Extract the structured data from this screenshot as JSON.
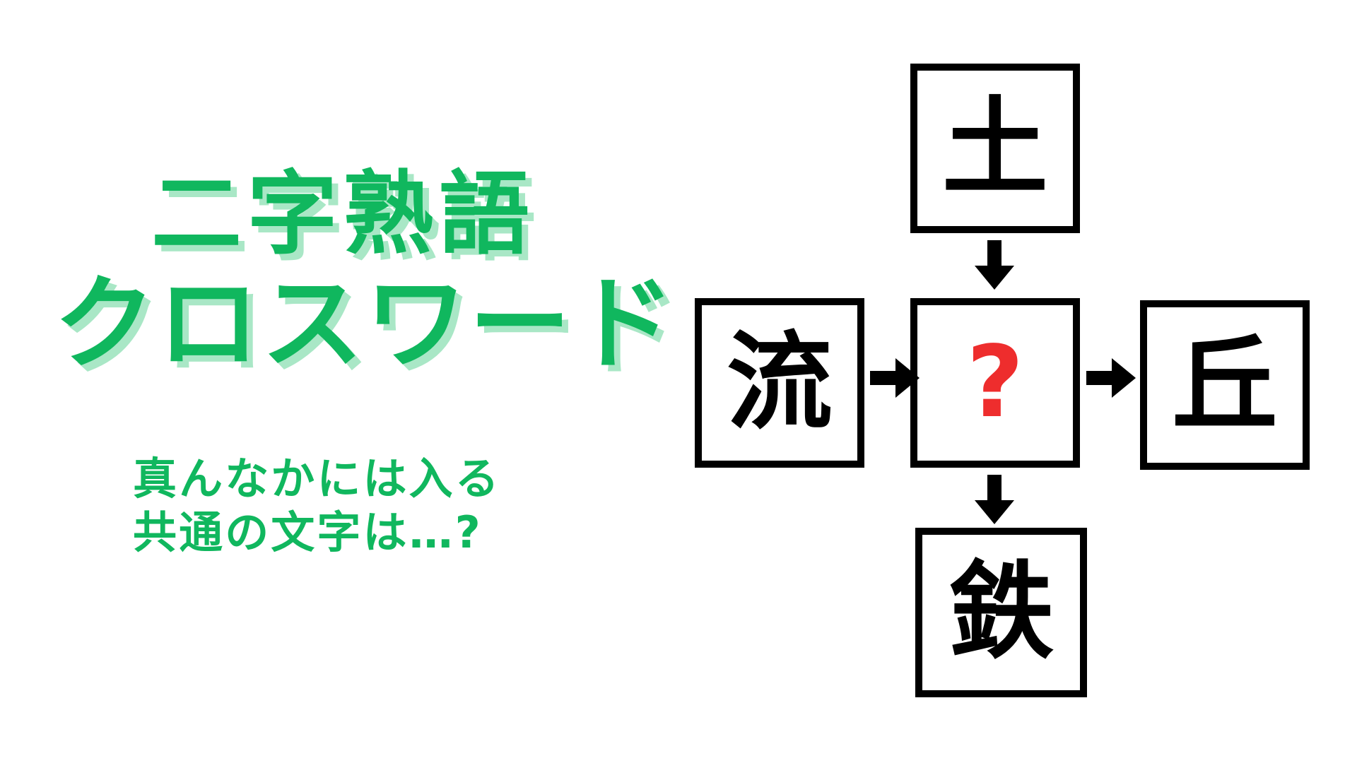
{
  "page": {
    "background_color": "#ffffff",
    "accent_green": "#10b75e",
    "shadow_green": "#a9e7c6",
    "answer_red": "#ee2d2d",
    "line_black": "#000000"
  },
  "title": {
    "line1": "二字熟語",
    "line2": "クロスワード"
  },
  "subtitle": {
    "line1": "真んなかには入る",
    "line2": "共通の文字は…?"
  },
  "puzzle": {
    "top": {
      "label": "土",
      "is_answer": false
    },
    "left": {
      "label": "流",
      "is_answer": false
    },
    "center": {
      "label": "?",
      "is_answer": true
    },
    "right": {
      "label": "丘",
      "is_answer": false
    },
    "bottom": {
      "label": "鉄",
      "is_answer": false
    },
    "arrows": [
      {
        "name": "arrow-top-to-center",
        "direction": "down"
      },
      {
        "name": "arrow-left-to-center",
        "direction": "right"
      },
      {
        "name": "arrow-center-to-right",
        "direction": "right"
      },
      {
        "name": "arrow-center-to-bottom",
        "direction": "down"
      }
    ]
  }
}
